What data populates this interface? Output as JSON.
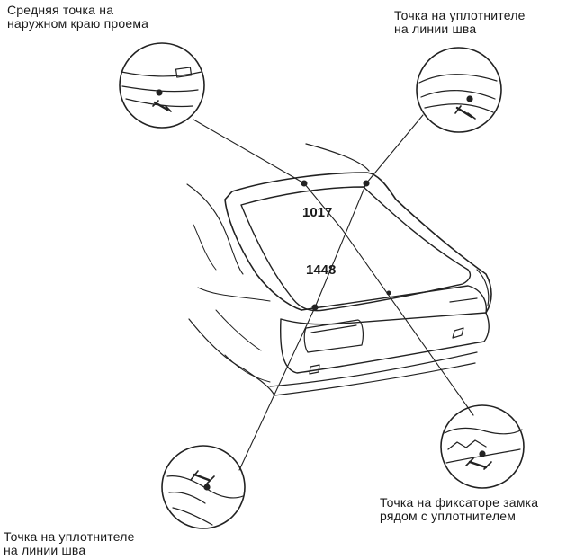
{
  "callouts": {
    "top_left": {
      "line1": "Средняя точка на",
      "line2": "наружном краю проема"
    },
    "top_right": {
      "line1": "Точка на уплотнителе",
      "line2": "на линии шва"
    },
    "bottom_right": {
      "line1": "Точка на фиксаторе замка",
      "line2": "рядом с уплотнителем"
    },
    "bottom_left": {
      "line1": "Точка на уплотнителе",
      "line2": "на линии шва"
    }
  },
  "dimensions": {
    "horizontal": "1017",
    "diagonal": "1448"
  }
}
